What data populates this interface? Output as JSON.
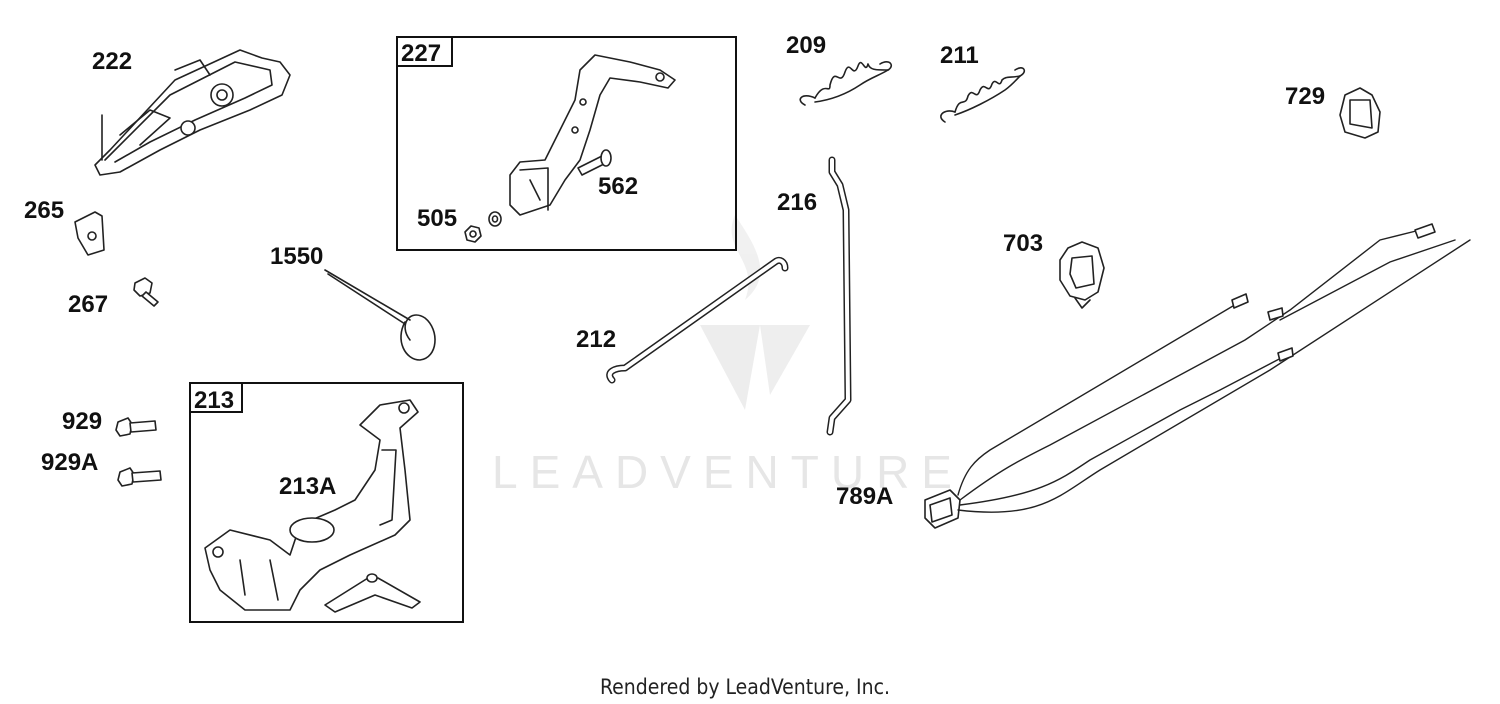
{
  "watermark": {
    "text": "LEADVENTURE"
  },
  "footer": {
    "text": "Rendered by LeadVenture, Inc."
  },
  "parts": {
    "p222": "222",
    "p227": "227",
    "p209": "209",
    "p211": "211",
    "p729": "729",
    "p265": "265",
    "p267": "267",
    "p505": "505",
    "p562": "562",
    "p216": "216",
    "p703": "703",
    "p1550": "1550",
    "p212": "212",
    "p929": "929",
    "p929A": "929A",
    "p213": "213",
    "p213A": "213A",
    "p789A": "789A"
  }
}
